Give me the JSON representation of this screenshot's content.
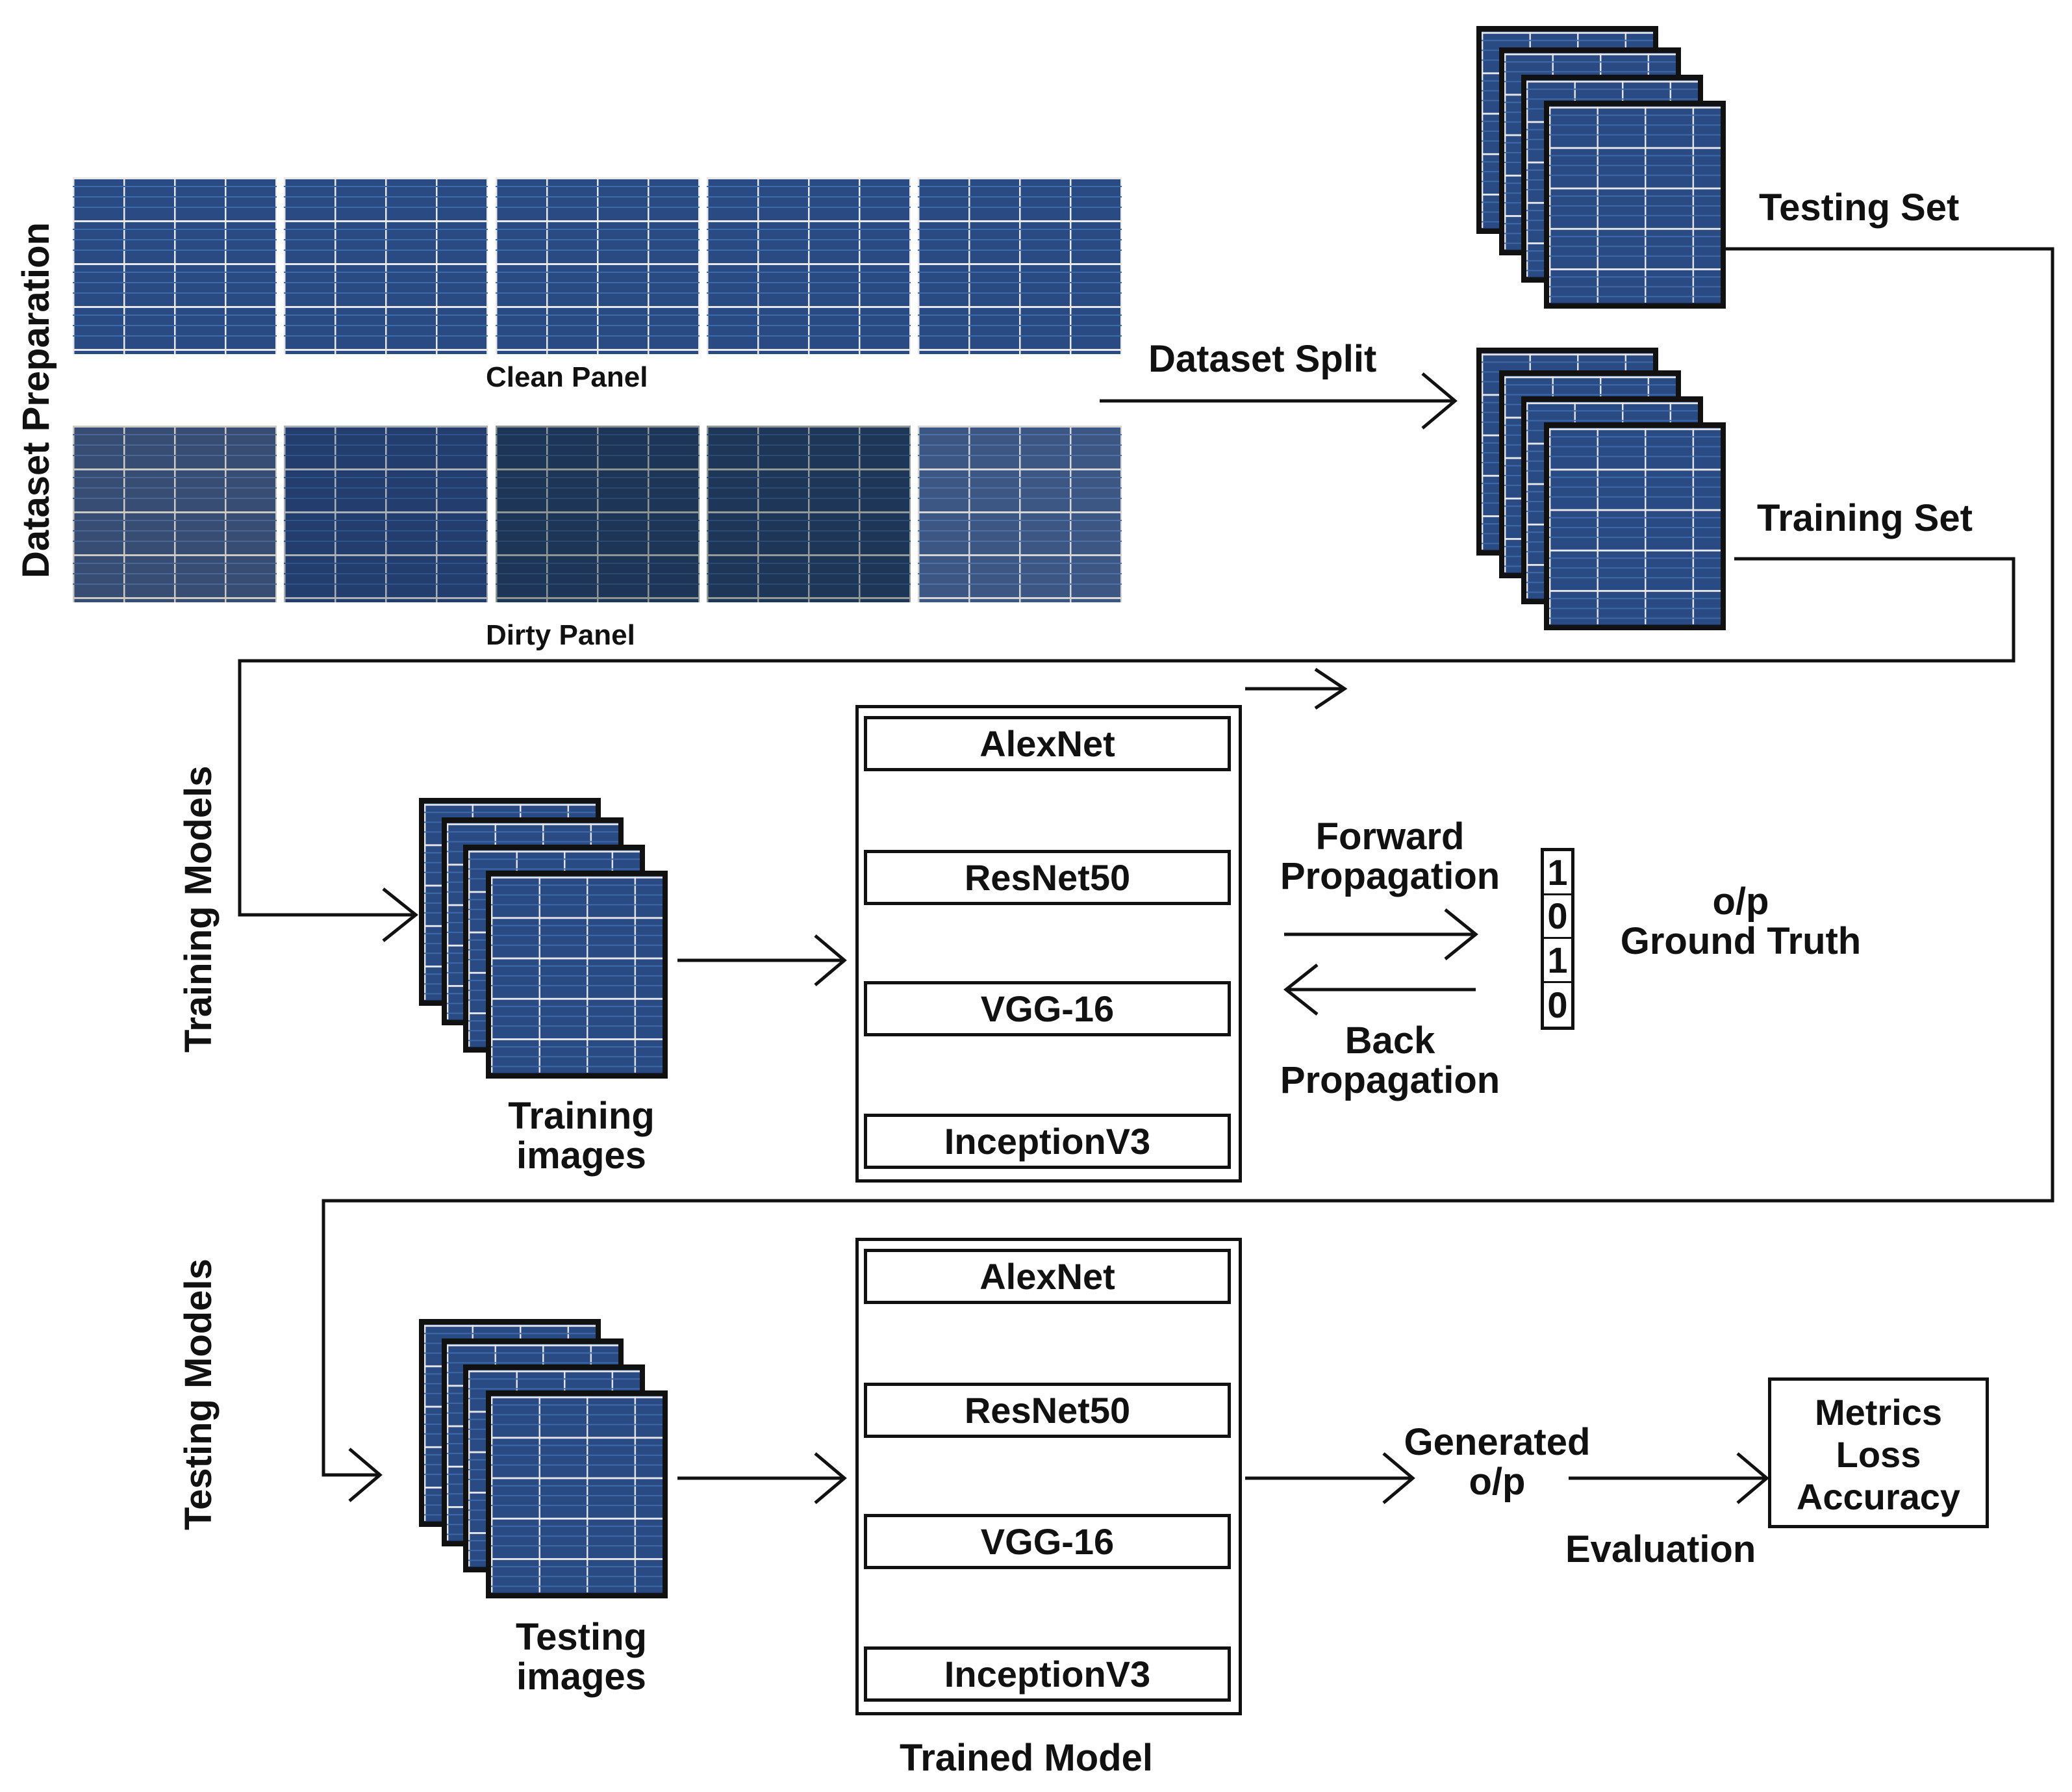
{
  "sections": {
    "dataset_preparation": "Dataset Preparation",
    "training_models": "Training Models",
    "testing_models": "Testing Models"
  },
  "panels": {
    "clean_caption": "Clean Panel",
    "dirty_caption": "Dirty Panel"
  },
  "split": {
    "label": "Dataset Split",
    "testing_set": "Testing Set",
    "training_set": "Training Set"
  },
  "training": {
    "images_label_1": "Training",
    "images_label_2": "images",
    "models": [
      "AlexNet",
      "ResNet50",
      "VGG-16",
      "InceptionV3"
    ],
    "forward_1": "Forward",
    "forward_2": "Propagation",
    "back_1": "Back",
    "back_2": "Propagation",
    "vector": [
      "1",
      "0",
      "1",
      "0"
    ],
    "output_1": "o/p",
    "output_2": "Ground Truth"
  },
  "testing": {
    "images_label_1": "Testing",
    "images_label_2": "images",
    "models": [
      "AlexNet",
      "ResNet50",
      "VGG-16",
      "InceptionV3"
    ],
    "trained_model": "Trained Model",
    "generated_1": "Generated",
    "generated_2": "o/p",
    "evaluation": "Evaluation",
    "metrics": [
      "Metrics",
      "Loss",
      "Accuracy"
    ]
  }
}
